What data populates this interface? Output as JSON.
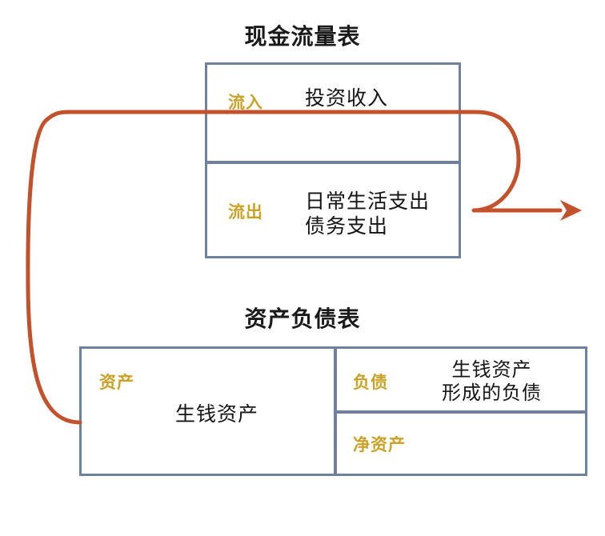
{
  "diagram": {
    "cash_flow": {
      "title": "现金流量表",
      "rows": [
        {
          "label": "流入",
          "value": "投资收入"
        },
        {
          "label": "流出",
          "value": "日常生活支出\n债务支出"
        }
      ]
    },
    "balance_sheet": {
      "title": "资产负债表",
      "assets": {
        "label": "资产",
        "value": "生钱资产"
      },
      "liabilities": {
        "label": "负债",
        "value": "生钱资产\n形成的负债"
      },
      "equity": {
        "label": "净资产",
        "value": ""
      }
    },
    "flow": {
      "name": "cash-recycling-loop",
      "description": "资产产生投资收入流入现金流量表，支出后循环回到生钱资产",
      "color": "#C2512C",
      "arrow_head": "right"
    },
    "colors": {
      "box_border": "#6E82A0",
      "label_gold": "#C9A227",
      "flow_red": "#C2512C",
      "text_dark": "#141414",
      "background": "#FFFFFF"
    }
  }
}
